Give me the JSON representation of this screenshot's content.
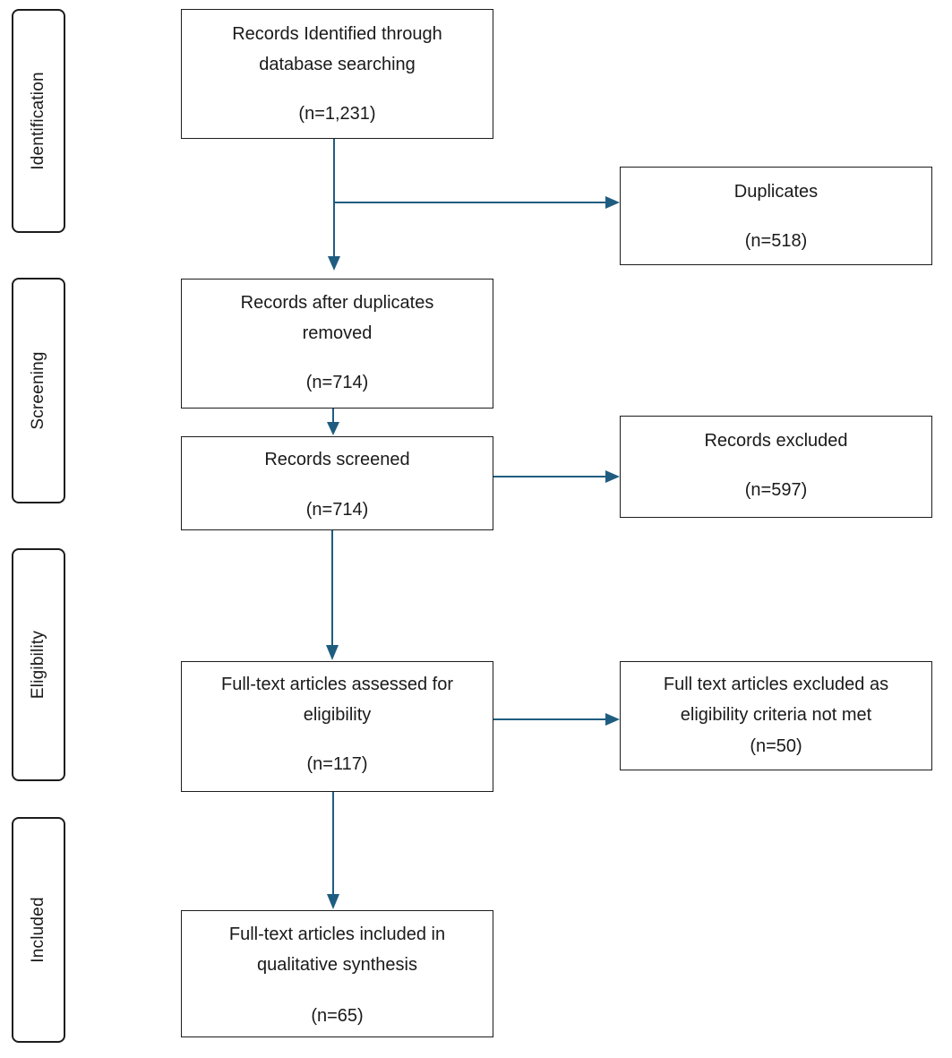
{
  "stages": [
    {
      "id": "identification",
      "label": "Identification"
    },
    {
      "id": "screening",
      "label": "Screening"
    },
    {
      "id": "eligibility",
      "label": "Eligibility"
    },
    {
      "id": "included",
      "label": "Included"
    }
  ],
  "boxes": {
    "identified": {
      "title": "Records Identified through database searching",
      "count": "(n=1,231)"
    },
    "duplicates": {
      "title": "Duplicates",
      "count": "(n=518)"
    },
    "after_duplicates": {
      "title": "Records after duplicates removed",
      "count": "(n=714)"
    },
    "screened": {
      "title": "Records screened",
      "count": "(n=714)"
    },
    "excluded": {
      "title": "Records excluded",
      "count": "(n=597)"
    },
    "assessed": {
      "title": "Full-text articles assessed for eligibility",
      "count": "(n=117)"
    },
    "fulltext_excluded": {
      "title": "Full text articles excluded as eligibility criteria not met",
      "count": "(n=50)"
    },
    "included": {
      "title": "Full-text articles included in qualitative synthesis",
      "count": "(n=65)"
    }
  },
  "colors": {
    "arrow": "#1f5d80",
    "border": "#1c1c1c"
  }
}
